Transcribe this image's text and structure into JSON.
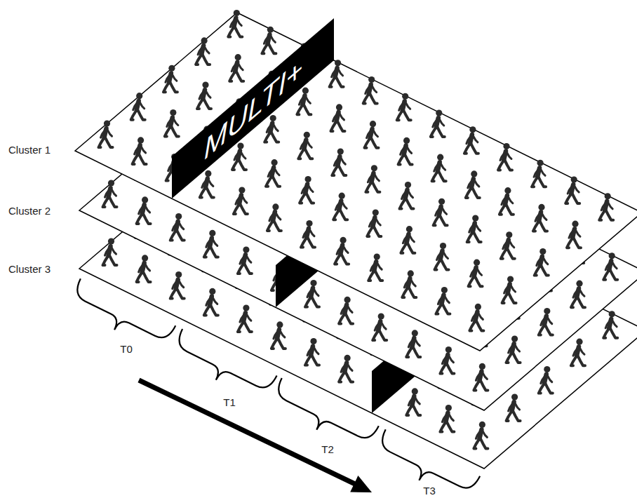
{
  "diagram": {
    "nodes": [
      {
        "text": [
          "MULTI+"
        ]
      }
    ],
    "labels": [
      "Cluster 1",
      "Cluster 2",
      "Cluster 3",
      "T0",
      "T1",
      "T2",
      "T3"
    ]
  }
}
